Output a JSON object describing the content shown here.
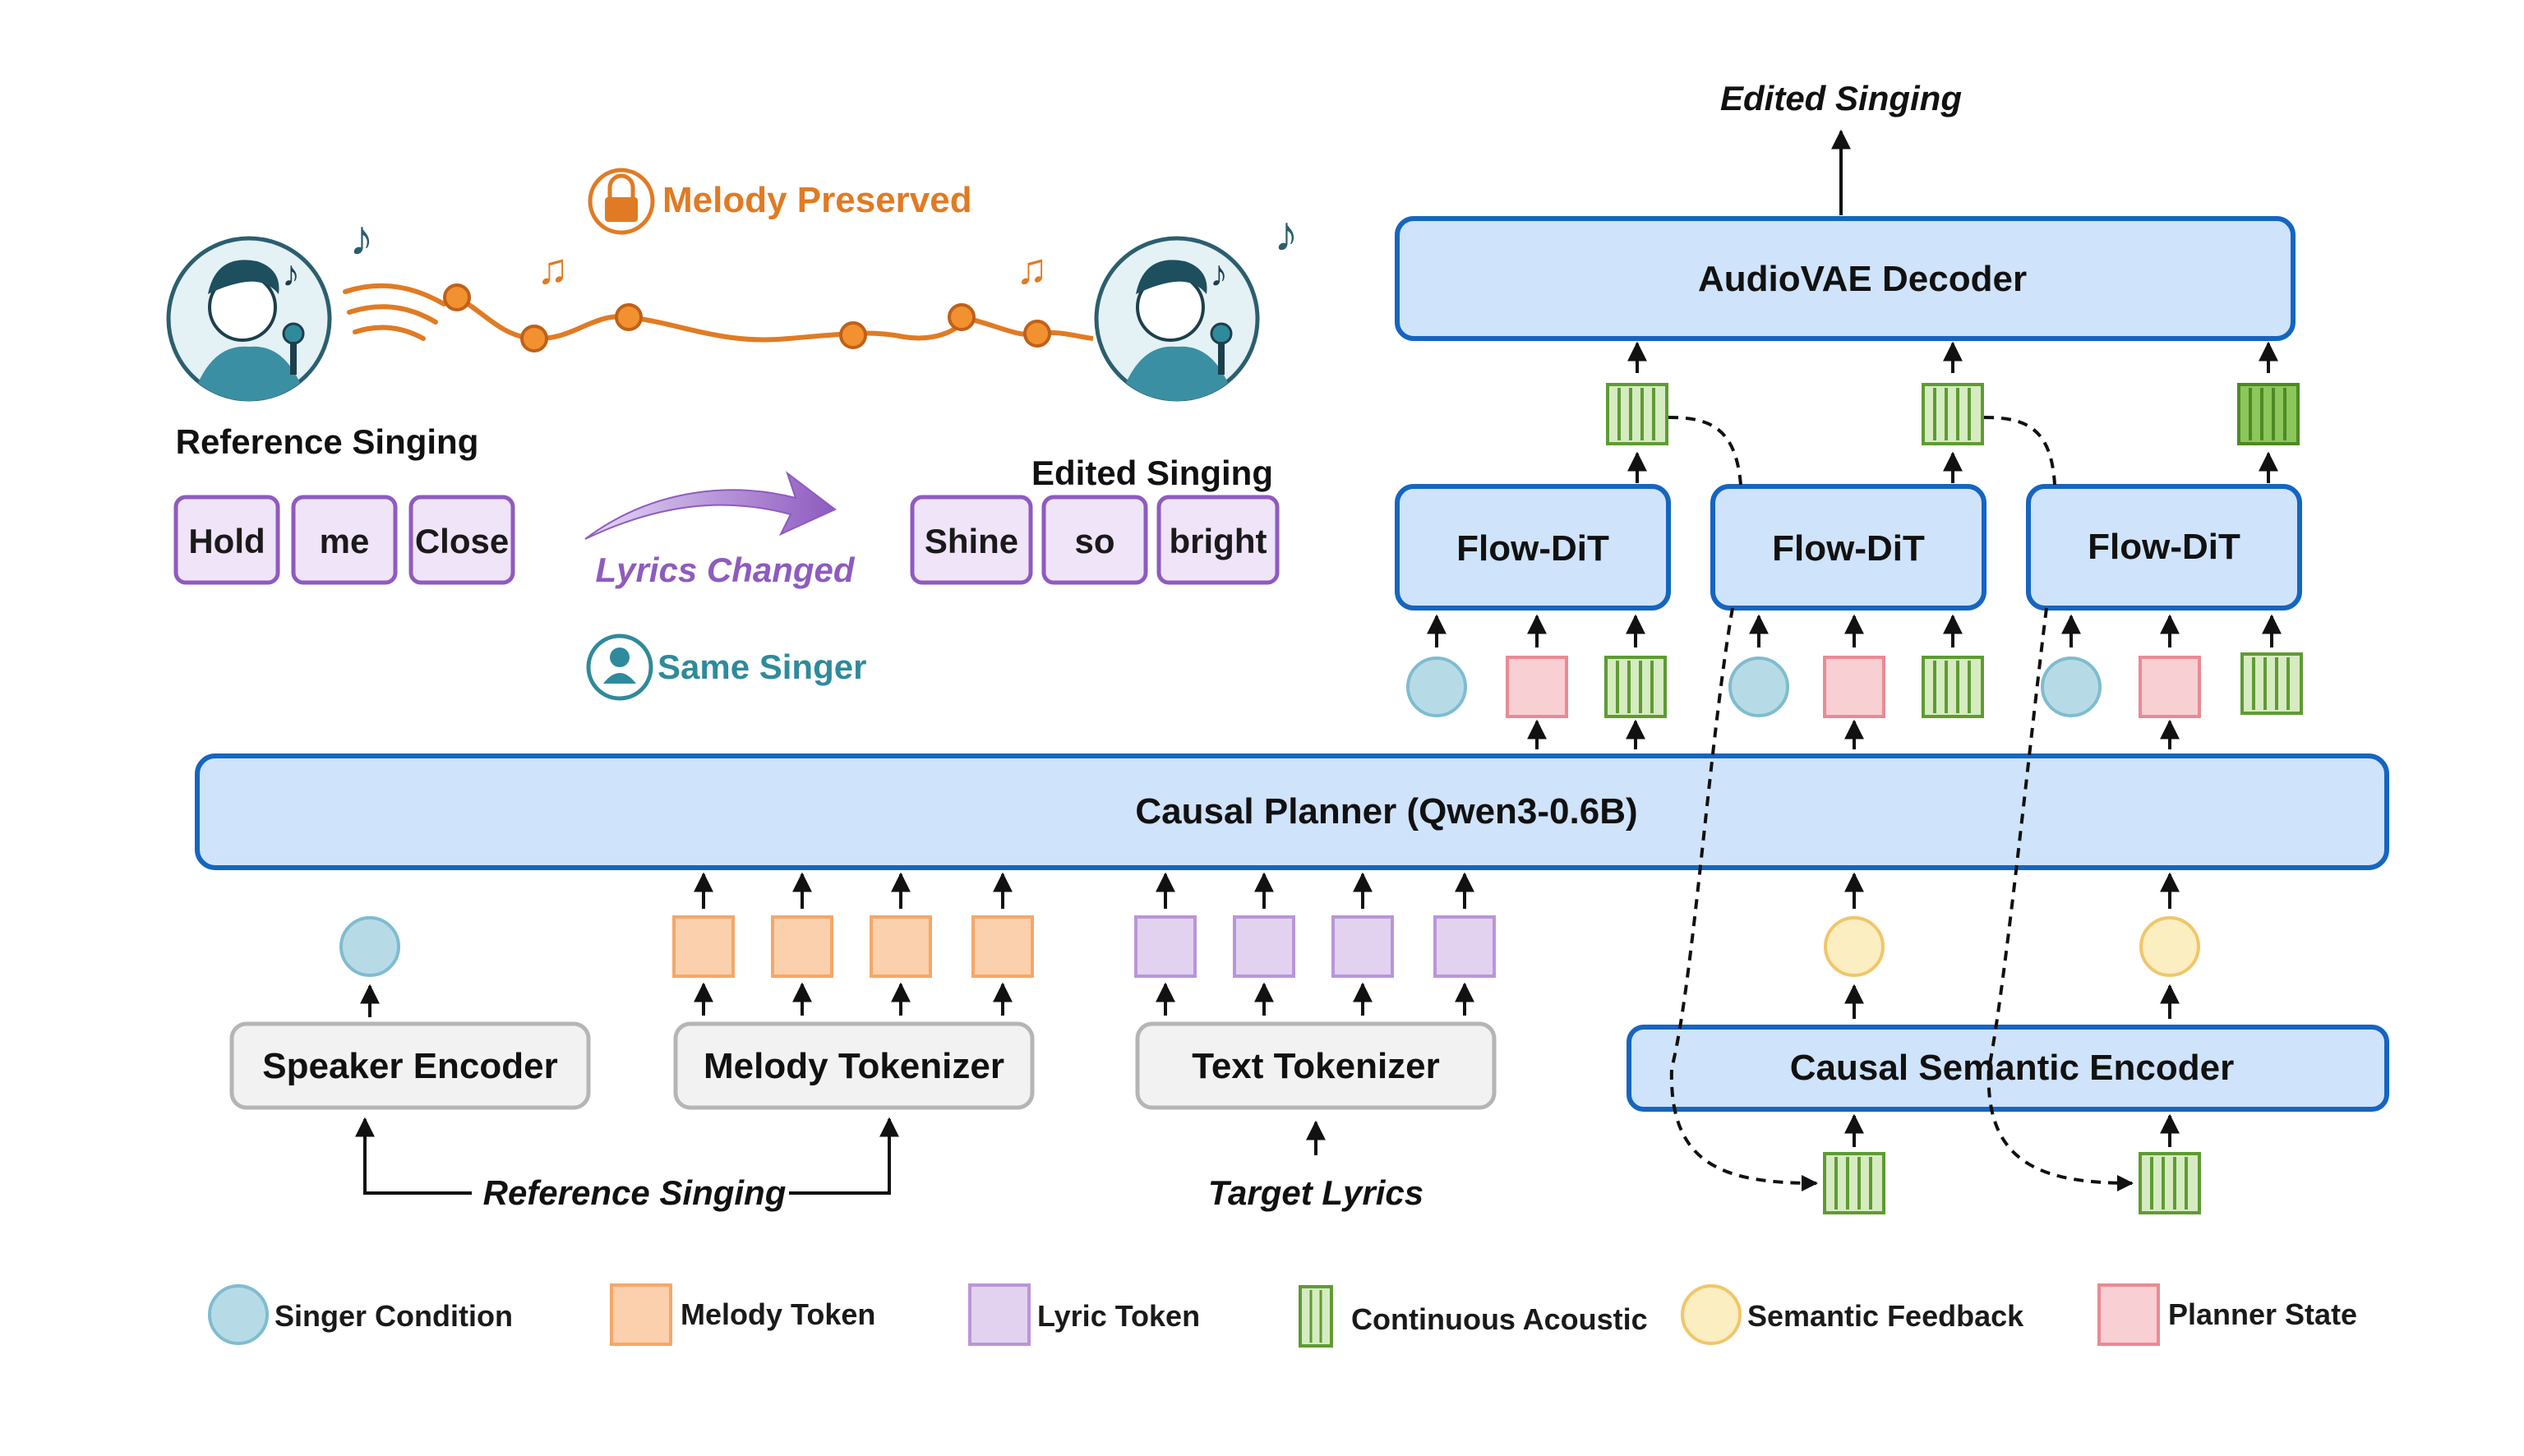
{
  "top": {
    "melody_preserved": "Melody Preserved",
    "reference_singing": "Reference Singing",
    "edited_singing": "Edited Singing",
    "lyrics_changed": "Lyrics Changed",
    "same_singer": "Same Singer",
    "reference_words": [
      "Hold",
      "me",
      "Close"
    ],
    "edited_words": [
      "Shine",
      "so",
      "bright"
    ]
  },
  "pipeline": {
    "output_label": "Edited Singing",
    "decoder": "AudioVAE Decoder",
    "flow_dit": [
      "Flow-DiT",
      "Flow-DiT",
      "Flow-DiT"
    ],
    "planner": "Causal Planner (Qwen3-0.6B)",
    "speaker_encoder": "Speaker Encoder",
    "melody_tokenizer": "Melody Tokenizer",
    "text_tokenizer": "Text Tokenizer",
    "semantic_encoder": "Causal Semantic Encoder",
    "reference_input": "Reference Singing",
    "target_input": "Target Lyrics"
  },
  "legend": [
    {
      "label": "Singer Condition",
      "kind": "singer"
    },
    {
      "label": "Melody Token",
      "kind": "melody"
    },
    {
      "label": "Lyric Token",
      "kind": "lyric"
    },
    {
      "label": "Continuous Acoustic",
      "kind": "acoustic"
    },
    {
      "label": "Semantic Feedback",
      "kind": "semantic"
    },
    {
      "label": "Planner State",
      "kind": "planner"
    }
  ],
  "colors": {
    "block_fill": "#cfe3fb",
    "block_stroke": "#1565c0",
    "gray_fill": "#f2f2f2",
    "gray_stroke": "#b5b5b5",
    "melody_orange": "#e07b24",
    "lyric_purple": "#8e5bbf",
    "singer_teal": "#2f8a9c",
    "singer_fill": "#b7dbe6",
    "melody_fill": "#fbd0ac",
    "lyric_fill": "#e2d2ef",
    "acoustic_fill": "#d6ebc1",
    "acoustic_stroke": "#5f9b33",
    "semantic_fill": "#fbeec0",
    "semantic_stroke": "#f0c66a",
    "planner_fill": "#f8cfd3",
    "planner_stroke": "#e88b94"
  },
  "icons": [
    "lock-icon",
    "person-icon",
    "music-note-icon",
    "singer-avatar-icon",
    "curved-arrow-icon"
  ]
}
